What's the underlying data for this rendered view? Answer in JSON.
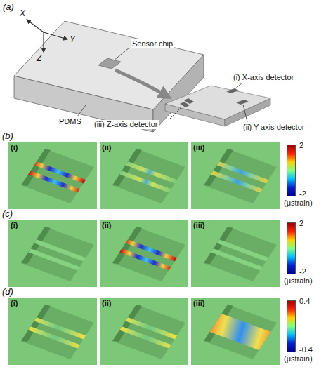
{
  "diagram": {
    "labels": [
      "(a)",
      "X",
      "Y",
      "Z",
      "Sensor chip",
      "PDMS",
      "(i) X-axis detector",
      "(ii) Y-axis detector",
      "(iii) Z-axis detector",
      "(b)",
      "(i)",
      "(ii)",
      "(iii)",
      "2",
      "-2",
      "(μstrain)",
      "(c)",
      "(i)",
      "(ii)",
      "(iii)",
      "2",
      "-2",
      "(μstrain)",
      "(d)",
      "(i)",
      "(ii)",
      "(iii)",
      "0.4",
      "-0.4",
      "(μstrain)"
    ]
  }
}
